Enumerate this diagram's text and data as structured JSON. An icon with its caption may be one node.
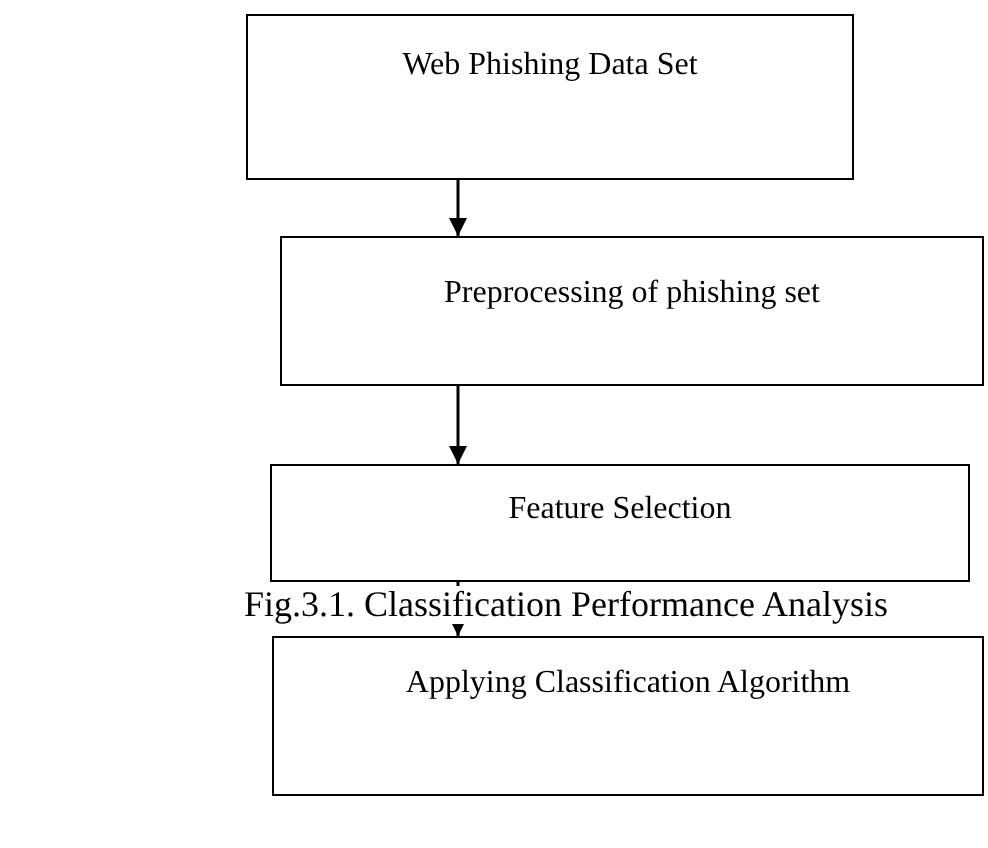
{
  "diagram": {
    "caption": "Fig.3.1. Classification Performance Analysis",
    "nodes": [
      {
        "text": [
          "Web Phishing Data Set"
        ]
      },
      {
        "text": [
          "Preprocessing of phishing set"
        ]
      },
      {
        "text": [
          "Feature Selection"
        ]
      },
      {
        "text": [
          "Applying Classification Algorithm"
        ]
      }
    ],
    "edges": [
      {
        "from": 0,
        "to": 1,
        "arrow": "to"
      },
      {
        "from": 1,
        "to": 2,
        "arrow": "to"
      },
      {
        "from": 2,
        "to": 3,
        "arrow": "to"
      }
    ]
  }
}
